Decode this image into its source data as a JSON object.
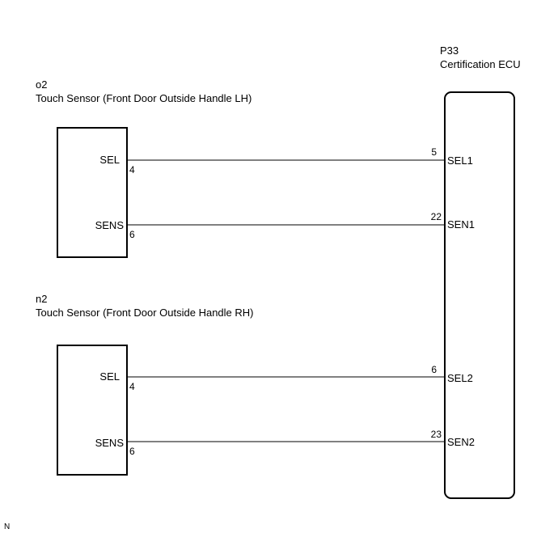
{
  "ecu": {
    "code": "P33",
    "name": "Certification ECU",
    "pins": [
      {
        "number": "5",
        "label": "SEL1"
      },
      {
        "number": "22",
        "label": "SEN1"
      },
      {
        "number": "6",
        "label": "SEL2"
      },
      {
        "number": "23",
        "label": "SEN2"
      }
    ]
  },
  "sensors": [
    {
      "code": "o2",
      "name": "Touch Sensor (Front Door Outside Handle LH)",
      "pins": [
        {
          "label": "SEL",
          "number": "4"
        },
        {
          "label": "SENS",
          "number": "6"
        }
      ]
    },
    {
      "code": "n2",
      "name": "Touch Sensor (Front Door Outside Handle RH)",
      "pins": [
        {
          "label": "SEL",
          "number": "4"
        },
        {
          "label": "SENS",
          "number": "6"
        }
      ]
    }
  ],
  "corner_mark": "N"
}
